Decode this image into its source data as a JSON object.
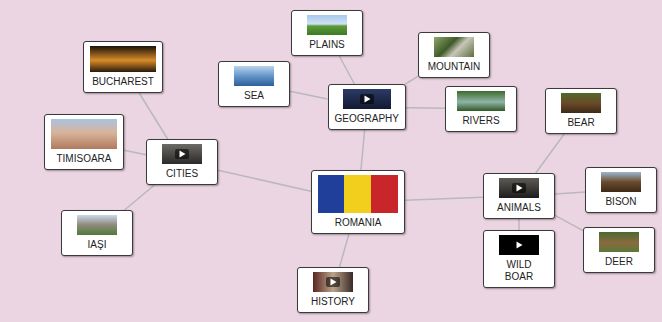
{
  "diagram": {
    "nodes": [
      {
        "text": [
          "ROMANIA"
        ]
      },
      {
        "text": [
          "CITIES"
        ]
      },
      {
        "text": [
          "BUCHAREST"
        ]
      },
      {
        "text": [
          "TIMISOARA"
        ]
      },
      {
        "text": [
          "IAŞI"
        ]
      },
      {
        "text": [
          "GEOGRAPHY"
        ]
      },
      {
        "text": [
          "SEA"
        ]
      },
      {
        "text": [
          "PLAINS"
        ]
      },
      {
        "text": [
          "MOUNTAIN"
        ]
      },
      {
        "text": [
          "RIVERS"
        ]
      },
      {
        "text": [
          "ANIMALS"
        ]
      },
      {
        "text": [
          "BEAR"
        ]
      },
      {
        "text": [
          "BISON"
        ]
      },
      {
        "text": [
          "DEER"
        ]
      },
      {
        "text": [
          "WILD BOAR"
        ]
      },
      {
        "text": [
          "HISTORY"
        ]
      }
    ],
    "edges": [
      {
        "from": 0,
        "to": 1,
        "arrow": "none"
      },
      {
        "from": 0,
        "to": 5,
        "arrow": "none"
      },
      {
        "from": 0,
        "to": 10,
        "arrow": "none"
      },
      {
        "from": 0,
        "to": 15,
        "arrow": "none"
      },
      {
        "from": 1,
        "to": 2,
        "arrow": "none"
      },
      {
        "from": 1,
        "to": 3,
        "arrow": "none"
      },
      {
        "from": 1,
        "to": 4,
        "arrow": "none"
      },
      {
        "from": 5,
        "to": 6,
        "arrow": "none"
      },
      {
        "from": 5,
        "to": 7,
        "arrow": "none"
      },
      {
        "from": 5,
        "to": 8,
        "arrow": "none"
      },
      {
        "from": 5,
        "to": 9,
        "arrow": "none"
      },
      {
        "from": 10,
        "to": 11,
        "arrow": "none"
      },
      {
        "from": 10,
        "to": 12,
        "arrow": "none"
      },
      {
        "from": 10,
        "to": 13,
        "arrow": "none"
      },
      {
        "from": 10,
        "to": 14,
        "arrow": "none"
      }
    ]
  }
}
